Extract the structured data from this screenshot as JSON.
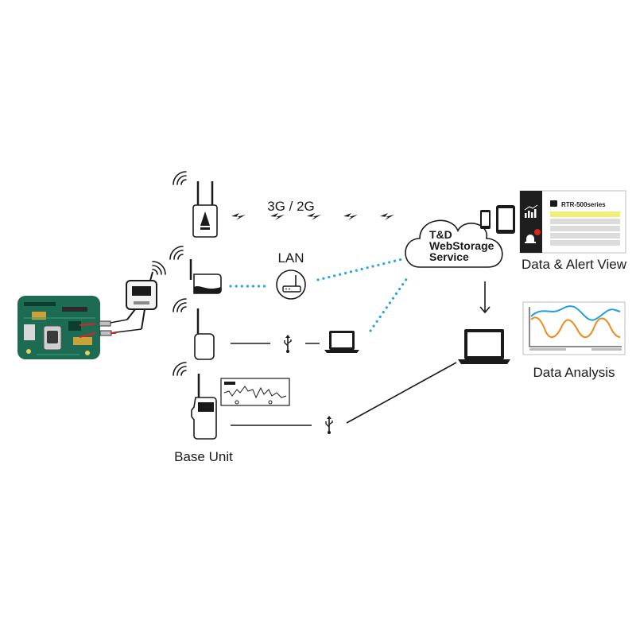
{
  "labels": {
    "network_3g": "3G / 2G",
    "network_lan": "LAN",
    "cloud_line1": "T&D",
    "cloud_line2": "WebStorage",
    "cloud_line3": "Service",
    "product_series": "RTR-500series",
    "data_alert_view": "Data & Alert View",
    "data_analysis": "Data Analysis",
    "base_unit": "Base Unit"
  },
  "colors": {
    "lan_dots": "#2aa7e0",
    "line_blue": "#1ea0e0",
    "line_orange": "#f08a1c",
    "alert_red": "#e02020",
    "table_highlight": "#eef07a",
    "panel_dark": "#1e1e1e",
    "pcb_green": "#1d6b52"
  },
  "icons": [
    "wireless-signal-icon",
    "lightning-icon",
    "router-icon",
    "usb-icon",
    "laptop-icon",
    "smartphone-icon",
    "tablet-icon",
    "cloud-icon",
    "chart-icon",
    "alarm-icon"
  ]
}
